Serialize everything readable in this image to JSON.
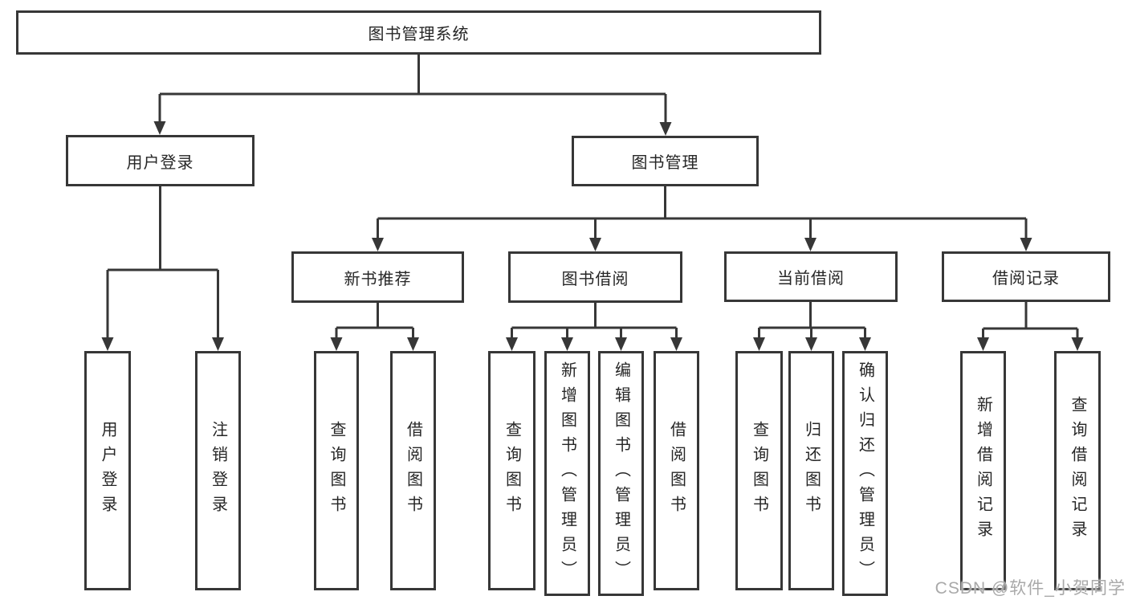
{
  "diagram_title": "图书管理系统",
  "watermark": "CSDN @软件_小贺同学",
  "colors": {
    "line": "#373737",
    "box_border": "#373737",
    "box_fill": "#ffffff",
    "text": "#262626",
    "watermark_text": "#a9a9a9",
    "background": "#ffffff"
  },
  "nodes": {
    "root": {
      "label": "图书管理系统"
    },
    "level2": [
      {
        "label": "用户登录",
        "parent": "图书管理系统"
      },
      {
        "label": "图书管理",
        "parent": "图书管理系统"
      }
    ],
    "level3": [
      {
        "label": "新书推荐",
        "parent": "图书管理"
      },
      {
        "label": "图书借阅",
        "parent": "图书管理"
      },
      {
        "label": "当前借阅",
        "parent": "图书管理"
      },
      {
        "label": "借阅记录",
        "parent": "图书管理"
      }
    ],
    "level4": [
      {
        "label": "用户登录",
        "parent": "用户登录"
      },
      {
        "label": "注销登录",
        "parent": "用户登录"
      },
      {
        "label": "查询图书",
        "parent": "新书推荐"
      },
      {
        "label": "借阅图书",
        "parent": "新书推荐"
      },
      {
        "label": "查询图书",
        "parent": "图书借阅"
      },
      {
        "label": "新增图书（管理员）",
        "parent": "图书借阅"
      },
      {
        "label": "编辑图书（管理员）",
        "parent": "图书借阅"
      },
      {
        "label": "借阅图书",
        "parent": "图书借阅"
      },
      {
        "label": "查询图书",
        "parent": "当前借阅"
      },
      {
        "label": "归还图书",
        "parent": "当前借阅"
      },
      {
        "label": "确认归还（管理员）",
        "parent": "当前借阅"
      },
      {
        "label": "新增借阅记录",
        "parent": "借阅记录"
      },
      {
        "label": "查询借阅记录",
        "parent": "借阅记录"
      }
    ]
  }
}
